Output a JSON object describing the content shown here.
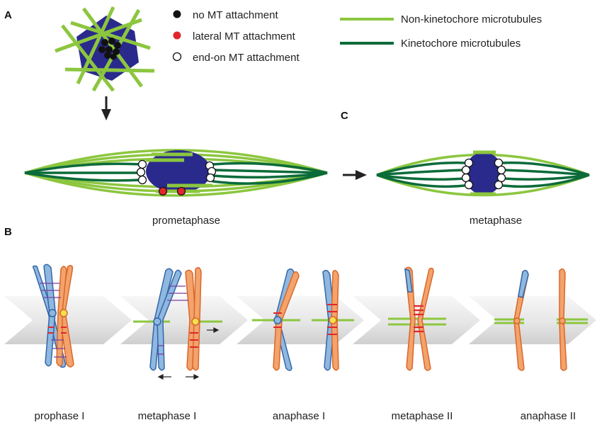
{
  "panels": {
    "a": "A",
    "b": "B",
    "c": "C"
  },
  "legend": {
    "dots": [
      {
        "label": "no MT attachment",
        "color": "#111111"
      },
      {
        "label": "lateral MT attachment",
        "color": "#e0262b"
      },
      {
        "label": "end-on MT attachment",
        "color": "#ffffff"
      }
    ],
    "lines": [
      {
        "label": "Non-kinetochore microtubules",
        "color": "#8cc63f"
      },
      {
        "label": "Kinetochore microtubules",
        "color": "#0b6b3a"
      }
    ]
  },
  "spindles": {
    "left_label": "prometaphase",
    "right_label": "metaphase"
  },
  "stages": [
    "prophase I",
    "metaphase I",
    "anaphase I",
    "metaphase II",
    "anaphase II"
  ],
  "colors": {
    "chromosome_dark": "#2a2a8c",
    "blue_chromatid": "#8fb8e0",
    "orange_chromatid": "#f3a36b",
    "kinetochore_yellow": "#f4e04d",
    "cohesin": "#e0262b",
    "synaptonemal": "#7a3fa0"
  }
}
